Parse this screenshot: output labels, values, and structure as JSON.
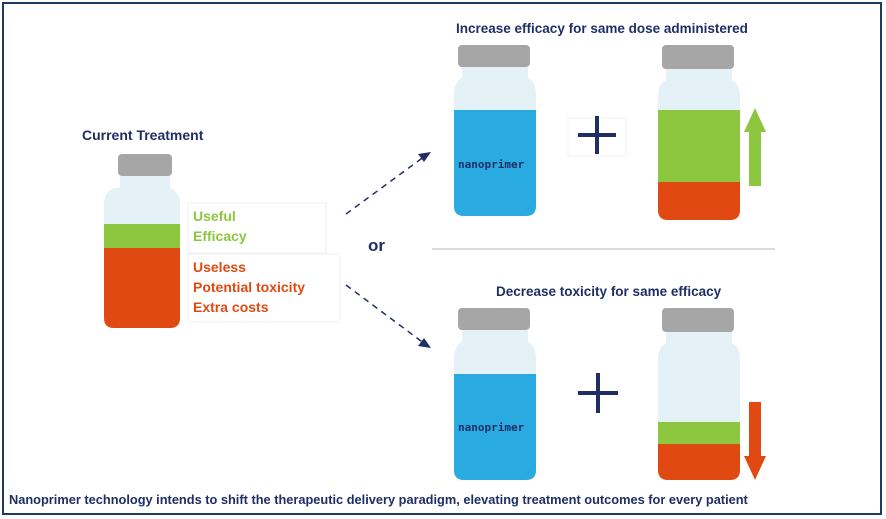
{
  "current_treatment": {
    "title": "Current Treatment",
    "useful_label": "Useful",
    "efficacy_label": "Efficacy",
    "useless_label": "Useless",
    "toxicity_label": "Potential toxicity",
    "costs_label": "Extra costs"
  },
  "or_label": "or",
  "option_efficacy": {
    "title": "Increase efficacy for same dose administered",
    "vial_label": "nanoprimer"
  },
  "option_toxicity": {
    "title": "Decrease toxicity for same efficacy",
    "vial_label": "nanoprimer"
  },
  "footer": "Nanoprimer technology intends to shift the therapeutic delivery paradigm, elevating treatment outcomes for every patient",
  "colors": {
    "navy": "#1f2f66",
    "green": "#8dc63f",
    "red": "#e04a12",
    "blue": "#29abe2",
    "cap": "#a6a6a6",
    "glass": "#dff0f7"
  }
}
